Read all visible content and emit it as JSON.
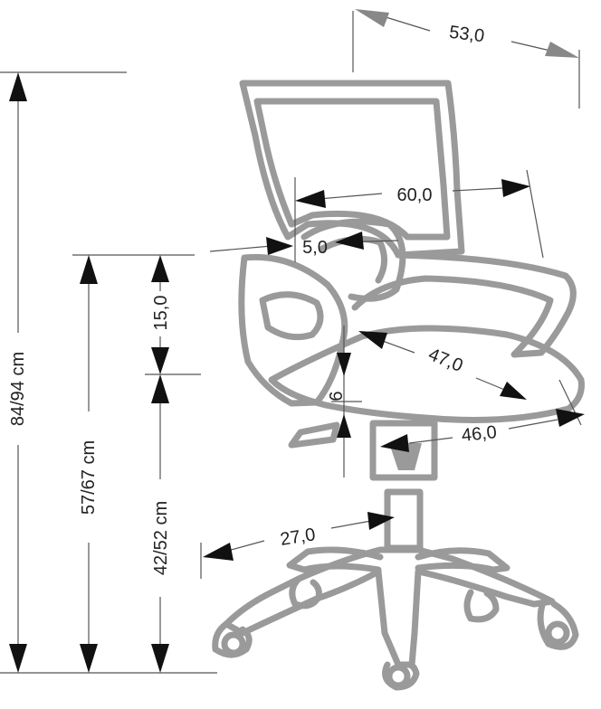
{
  "labels": {
    "depth_overall": "53,0",
    "width_overall": "60,0",
    "backrest_offset": "5,0",
    "seat_width": "47,0",
    "seat_depth": "46,0",
    "armrest_height": "15,0",
    "height_adjust": "6",
    "base_radius": "27,0",
    "total_height": "84/94 cm",
    "armrest_floor_height": "57/67 cm",
    "seat_height": "42/52 cm"
  },
  "colors": {
    "chair_outline": "#9a9a9a",
    "dimension_line": "#555555",
    "arrow_dark": "#111111",
    "arrow_grey": "#888888"
  }
}
